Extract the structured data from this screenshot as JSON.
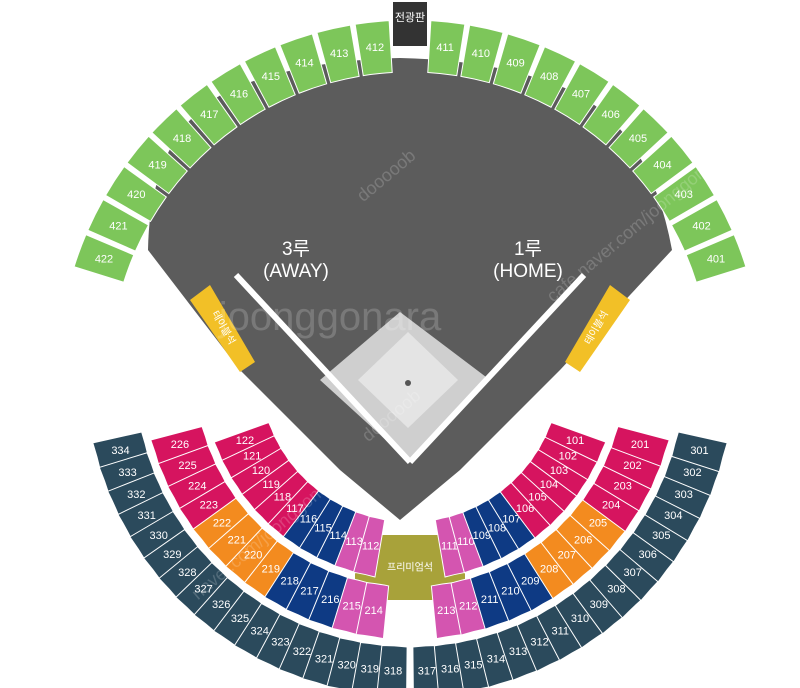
{
  "colors": {
    "outfield": "#7dc65a",
    "upper": "#2b4a5c",
    "infield": "#d6145f",
    "orange": "#f38b1f",
    "navy": "#0e3a84",
    "pink": "#d455b0",
    "premium": "#a8a23a",
    "field": "#5c5c5c",
    "diamond": "#cfcfcf",
    "board": "#333333",
    "family": "#f2c027"
  },
  "scoreboard_label": "전광판",
  "premium_label": "프리미엄석",
  "family_label_left": "테이블석",
  "family_label_right": "테이블석",
  "third_base": {
    "line1": "3루",
    "line2": "(AWAY)"
  },
  "first_base": {
    "line1": "1루",
    "line2": "(HOME)"
  },
  "watermarks": [
    "dooooob",
    "dooooob",
    "cafe.naver.com/joonggonara",
    "joonggonara",
    "naver.com/joonggonara"
  ],
  "sections": {
    "outfield_left": [
      "422",
      "421",
      "420",
      "419",
      "418",
      "417",
      "416",
      "415",
      "414",
      "413",
      "412"
    ],
    "outfield_right": [
      "411",
      "410",
      "409",
      "408",
      "407",
      "406",
      "405",
      "404",
      "403",
      "402",
      "401"
    ],
    "upper_left": [
      "334",
      "333",
      "332",
      "331",
      "330",
      "329",
      "328",
      "327",
      "326",
      "325",
      "324",
      "323",
      "322",
      "321",
      "320",
      "319",
      "318"
    ],
    "upper_right": [
      "317",
      "316",
      "315",
      "314",
      "313",
      "312",
      "311",
      "310",
      "309",
      "308",
      "307",
      "306",
      "305",
      "304",
      "303",
      "302",
      "301"
    ],
    "mid_left": [
      {
        "id": "226",
        "zone": "infield"
      },
      {
        "id": "225",
        "zone": "infield"
      },
      {
        "id": "224",
        "zone": "infield"
      },
      {
        "id": "223",
        "zone": "infield"
      },
      {
        "id": "222",
        "zone": "orange"
      },
      {
        "id": "221",
        "zone": "orange"
      },
      {
        "id": "220",
        "zone": "orange"
      },
      {
        "id": "219",
        "zone": "orange"
      },
      {
        "id": "218",
        "zone": "navy"
      },
      {
        "id": "217",
        "zone": "navy"
      },
      {
        "id": "216",
        "zone": "navy"
      },
      {
        "id": "215",
        "zone": "pink"
      },
      {
        "id": "214",
        "zone": "pink"
      }
    ],
    "mid_right": [
      {
        "id": "213",
        "zone": "pink"
      },
      {
        "id": "212",
        "zone": "pink"
      },
      {
        "id": "211",
        "zone": "navy"
      },
      {
        "id": "210",
        "zone": "navy"
      },
      {
        "id": "209",
        "zone": "navy"
      },
      {
        "id": "208",
        "zone": "orange"
      },
      {
        "id": "207",
        "zone": "orange"
      },
      {
        "id": "206",
        "zone": "orange"
      },
      {
        "id": "205",
        "zone": "orange"
      },
      {
        "id": "204",
        "zone": "infield"
      },
      {
        "id": "203",
        "zone": "infield"
      },
      {
        "id": "202",
        "zone": "infield"
      },
      {
        "id": "201",
        "zone": "infield"
      }
    ],
    "inner_left": [
      {
        "id": "122",
        "zone": "infield"
      },
      {
        "id": "121",
        "zone": "infield"
      },
      {
        "id": "120",
        "zone": "infield"
      },
      {
        "id": "119",
        "zone": "infield"
      },
      {
        "id": "118",
        "zone": "infield"
      },
      {
        "id": "117",
        "zone": "infield"
      },
      {
        "id": "116",
        "zone": "navy"
      },
      {
        "id": "115",
        "zone": "navy"
      },
      {
        "id": "114",
        "zone": "navy"
      },
      {
        "id": "113",
        "zone": "pink"
      },
      {
        "id": "112",
        "zone": "pink"
      }
    ],
    "inner_right": [
      {
        "id": "111",
        "zone": "pink"
      },
      {
        "id": "110",
        "zone": "pink"
      },
      {
        "id": "109",
        "zone": "navy"
      },
      {
        "id": "108",
        "zone": "navy"
      },
      {
        "id": "107",
        "zone": "navy"
      },
      {
        "id": "106",
        "zone": "infield"
      },
      {
        "id": "105",
        "zone": "infield"
      },
      {
        "id": "104",
        "zone": "infield"
      },
      {
        "id": "103",
        "zone": "infield"
      },
      {
        "id": "102",
        "zone": "infield"
      },
      {
        "id": "101",
        "zone": "infield"
      }
    ]
  }
}
